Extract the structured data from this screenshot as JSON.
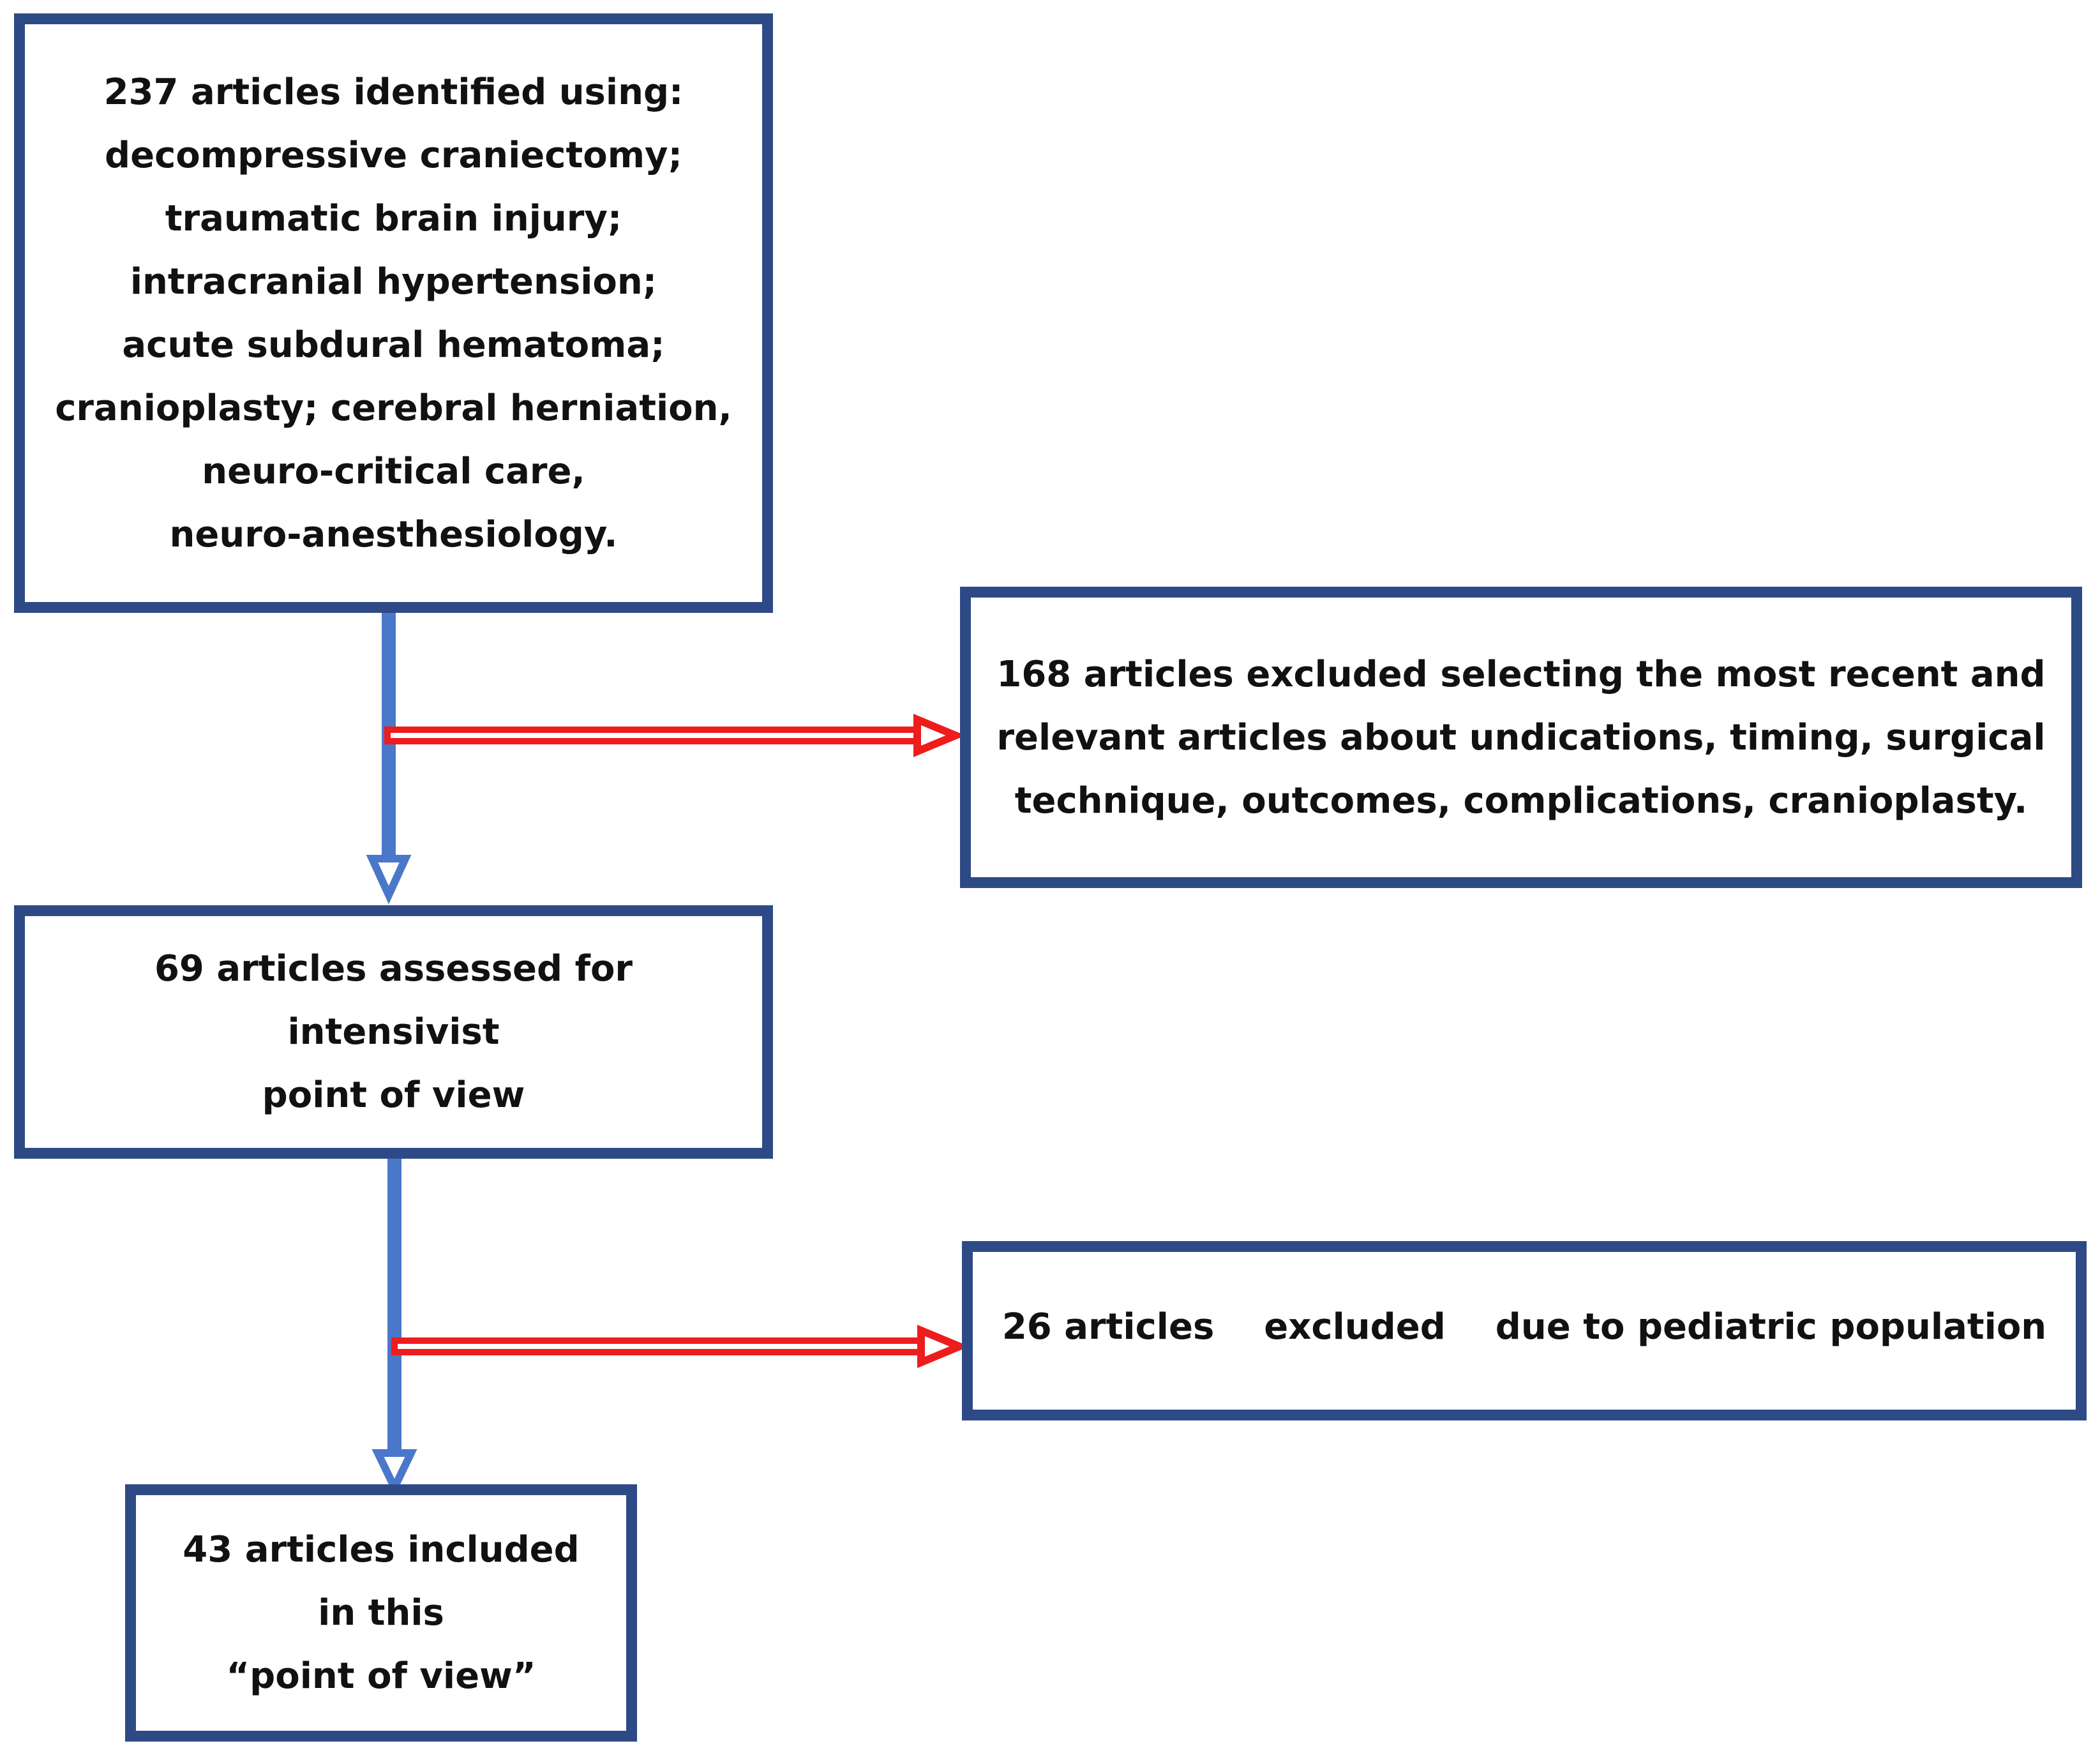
{
  "boxes": {
    "identified": {
      "lines": [
        "237 articles  identified using:",
        "decompressive craniectomy;",
        "traumatic brain injury;",
        "intracranial hypertension;",
        "acute subdural hematoma;",
        "cranioplasty; cerebral herniation,",
        "neuro-critical care,",
        "neuro-anesthesiology."
      ]
    },
    "excluded_recent": {
      "lines": [
        "168 articles  excluded selecting the most recent and",
        "relevant articles  about undications, timing, surgical",
        "technique, outcomes, complications, cranioplasty."
      ]
    },
    "assessed": {
      "lines": [
        "69 articles assessed for",
        "intensivist",
        "point of view"
      ]
    },
    "excluded_pediatric": {
      "lines": [
        "26 articles    excluded    due to pediatric population"
      ]
    },
    "included": {
      "lines": [
        "43 articles included",
        "in this",
        "“point of view”"
      ]
    }
  },
  "colors": {
    "box_border": "#2e4a86",
    "flow_arrow": "#4a77c9",
    "exclusion_arrow": "#ee1c1c"
  }
}
